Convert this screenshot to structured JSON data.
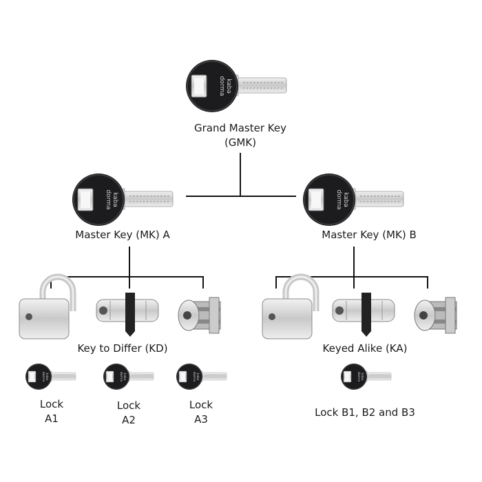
{
  "brand_logo": "dorma kaba",
  "gmk": {
    "label_line1": "Grand Master Key",
    "label_line2": "(GMK)"
  },
  "mk_a": {
    "label": "Master Key (MK)  A"
  },
  "mk_b": {
    "label": "Master Key (MK) B"
  },
  "kd": {
    "label": "Key to Differ (KD)",
    "locks": [
      {
        "line1": "Lock",
        "line2": "A1"
      },
      {
        "line1": "Lock",
        "line2": "A2"
      },
      {
        "line1": "Lock",
        "line2": "A3"
      }
    ]
  },
  "ka": {
    "label": "Keyed Alike (KA)",
    "locks_label": "Lock B1, B2 and B3"
  },
  "colors": {
    "line": "#111111",
    "key_head": "#1c1c1e",
    "metal": "#d9d9d9"
  }
}
